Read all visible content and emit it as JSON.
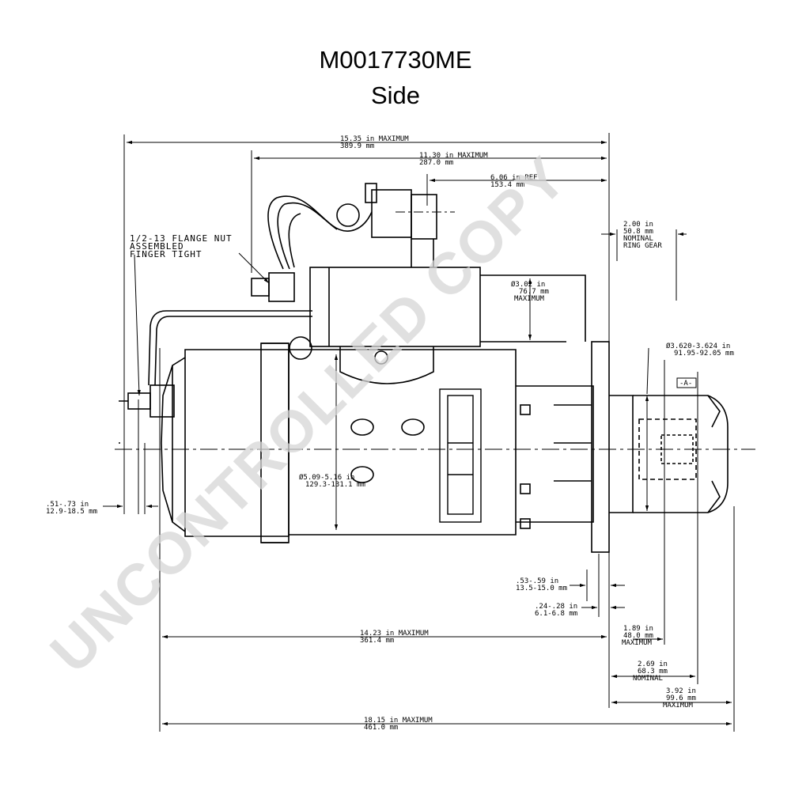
{
  "header": {
    "title": "M0017730ME",
    "subtitle": "Side"
  },
  "watermark": "UNCONTROLLED COPY",
  "callouts": {
    "flange_nut": [
      "1/2-13 FLANGE NUT",
      "ASSEMBLED",
      "FINGER TIGHT"
    ]
  },
  "dimensions": {
    "overall_top": [
      "15.35 in MAXIMUM",
      "389.9 mm"
    ],
    "motor_to_end": [
      "11.30 in MAXIMUM",
      "287.0 mm"
    ],
    "ref": [
      "6.06 in REF",
      "153.4 mm"
    ],
    "ring_gear": [
      "2.00 in",
      "50.8 mm",
      "NOMINAL",
      "RING GEAR"
    ],
    "solenoid_dia": [
      "Ø3.02 in",
      "76.7 mm",
      "MAXIMUM"
    ],
    "pilot_dia": [
      "Ø3.620-3.624 in",
      "91.95-92.05 mm"
    ],
    "datum": "-A-",
    "housing_dia": [
      "Ø5.09-5.16 in",
      "129.3-131.1 mm"
    ],
    "stud": [
      ".51-.73 in",
      "12.9-18.5 mm"
    ],
    "flange_thk1": [
      ".53-.59 in",
      "13.5-15.0 mm"
    ],
    "flange_thk2": [
      ".24-.28 in",
      "6.1-6.8 mm"
    ],
    "pinion": [
      "1.89 in",
      "48.0 mm",
      "MAXIMUM"
    ],
    "overall_bottom": [
      "14.23 in MAXIMUM",
      "361.4 mm"
    ],
    "nose_nominal": [
      "2.69 in",
      "68.3 mm",
      "NOMINAL"
    ],
    "nose_max": [
      "3.92 in",
      "99.6 mm",
      "MAXIMUM"
    ],
    "overall_max": [
      "18.15 in MAXIMUM",
      "461.0 mm"
    ]
  },
  "colors": {
    "ink": "#000000",
    "watermark": "#d6d6d6",
    "background": "#ffffff"
  }
}
